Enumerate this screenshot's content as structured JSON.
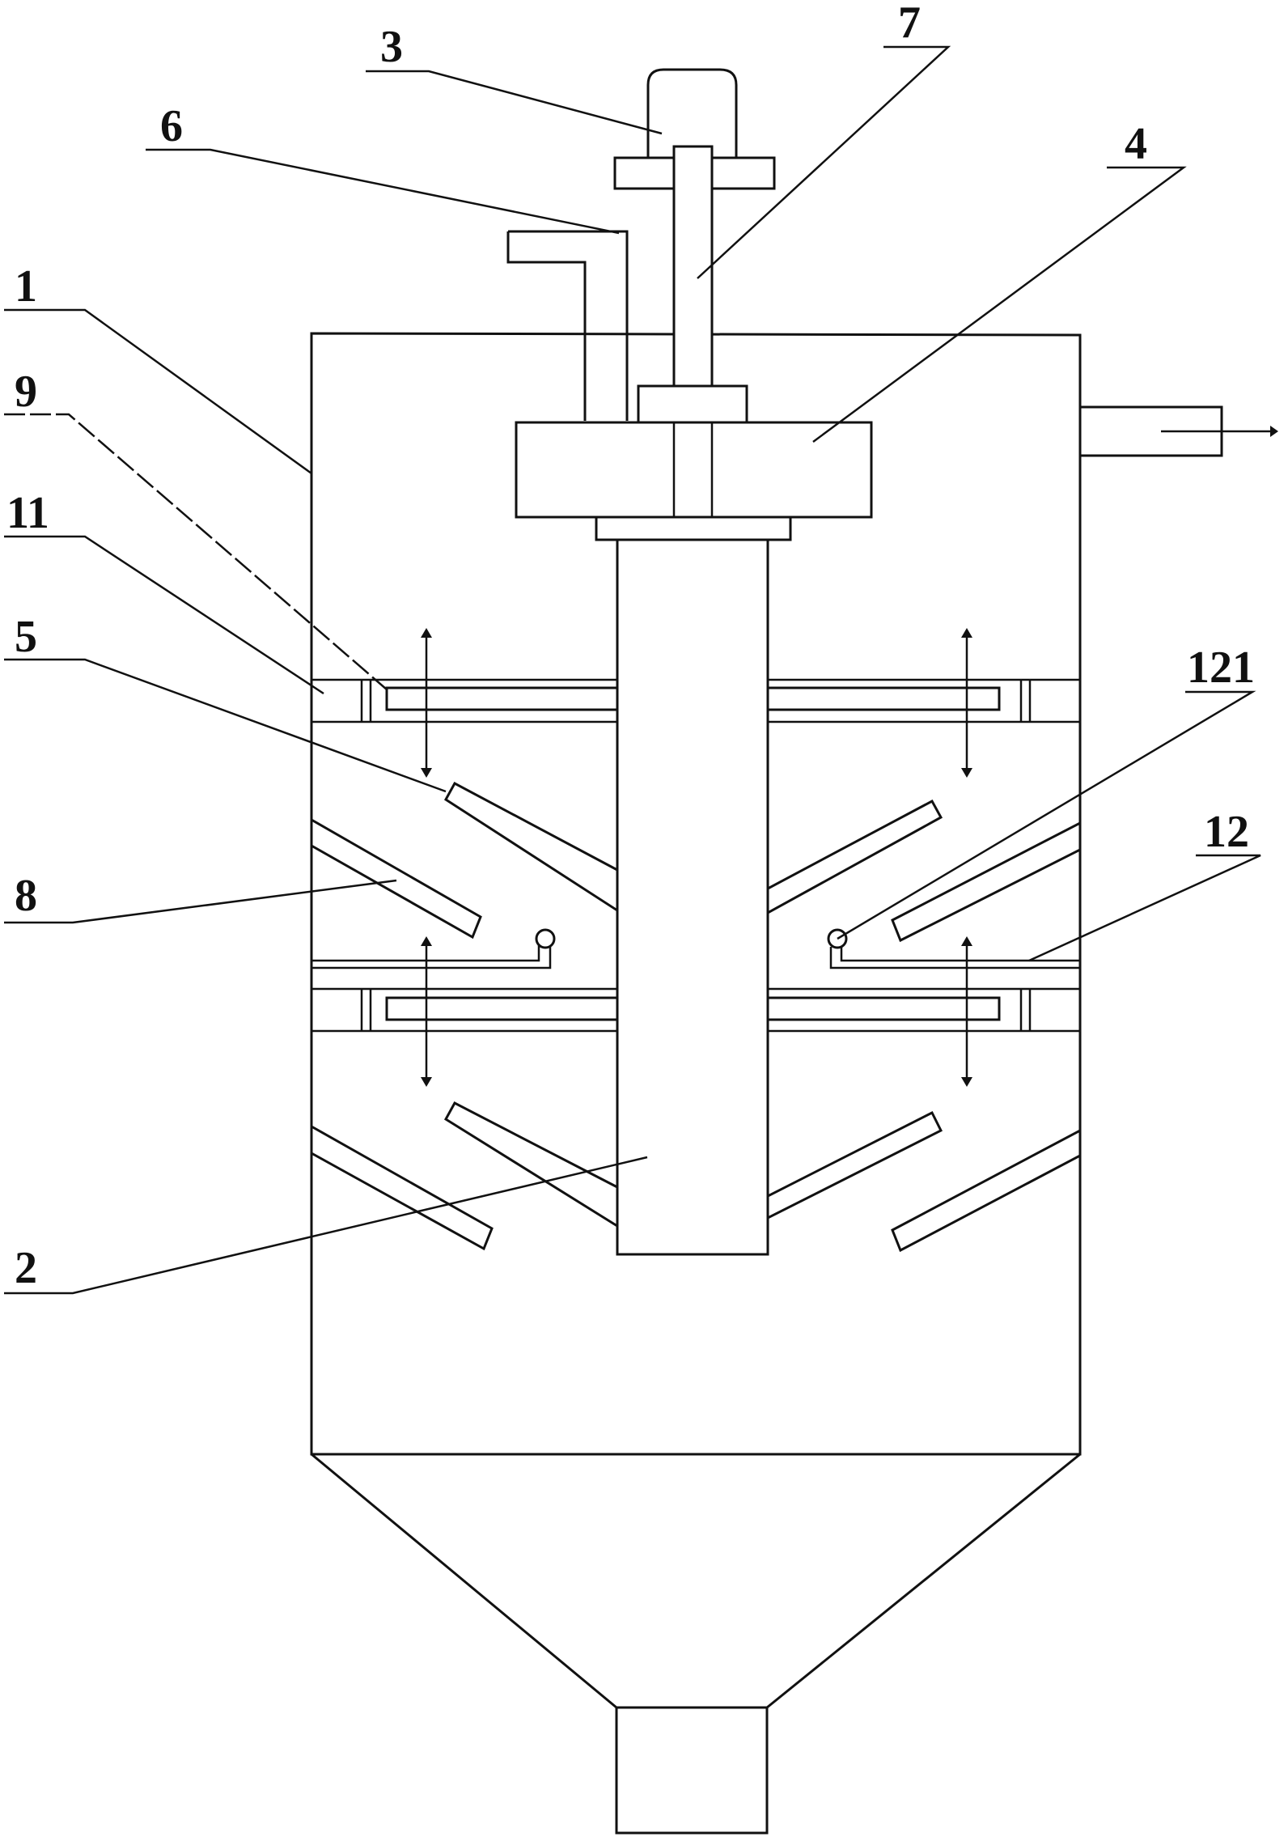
{
  "diagram": {
    "labels": {
      "l1": "1",
      "l2": "2",
      "l3": "3",
      "l4": "4",
      "l5": "5",
      "l6": "6",
      "l7": "7",
      "l8": "8",
      "l9": "9",
      "l11": "11",
      "l12": "12",
      "l121": "121"
    }
  }
}
